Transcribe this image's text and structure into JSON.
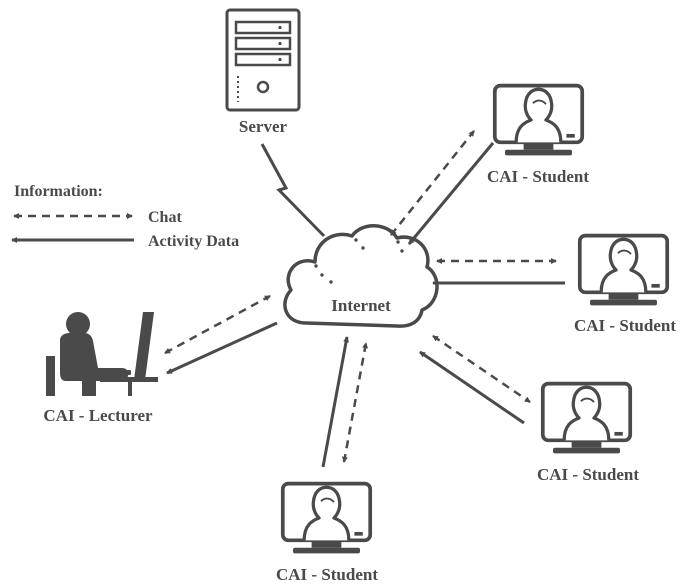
{
  "server": {
    "label": "Server"
  },
  "internet": {
    "label": "Internet"
  },
  "legend": {
    "title": "Information:",
    "chat_label": "Chat",
    "activity_label": "Activity Data"
  },
  "lecturer": {
    "label": "CAI - Lecturer"
  },
  "students": [
    {
      "label": "CAI - Student"
    },
    {
      "label": "CAI - Student"
    },
    {
      "label": "CAI - Student"
    },
    {
      "label": "CAI - Student"
    }
  ],
  "colors": {
    "ink": "#4a4a4a",
    "fill": "#ffffff"
  }
}
